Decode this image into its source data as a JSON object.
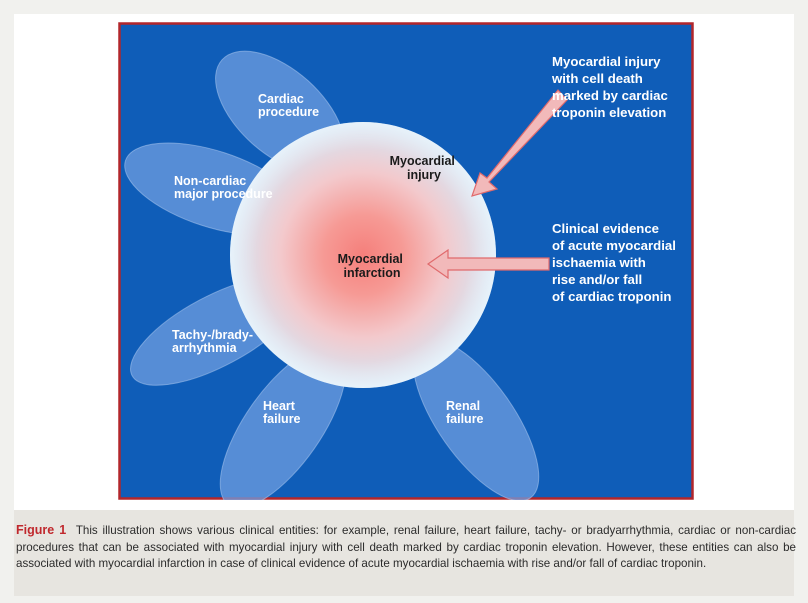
{
  "colors": {
    "background_blue": "#0f5db8",
    "petal_blue": "#6f9ee0",
    "sphere_center": "#f57f7b",
    "sphere_edge": "#d7eaf8",
    "arrow_fill": "#f2b9ba",
    "arrow_stroke": "#e06a6c",
    "caption_label": "#c0282d"
  },
  "diagram": {
    "petals": [
      {
        "id": "cardiac-procedure",
        "lines": [
          "Cardiac",
          "procedure"
        ]
      },
      {
        "id": "non-cardiac-major-procedure",
        "lines": [
          "Non-cardiac",
          "major procedure"
        ]
      },
      {
        "id": "tachy-brady-arrhythmia",
        "lines": [
          "Tachy-/brady-",
          "arrhythmia"
        ]
      },
      {
        "id": "heart-failure",
        "lines": [
          "Heart",
          "failure"
        ]
      },
      {
        "id": "renal-failure",
        "lines": [
          "Renal",
          "failure"
        ]
      }
    ],
    "sphere_labels": {
      "injury": [
        "Myocardial",
        "injury"
      ],
      "infarction": [
        "Myocardial",
        "infarction"
      ]
    },
    "callouts": {
      "top": [
        "Myocardial injury",
        "with cell death",
        "marked by cardiac",
        "troponin elevation"
      ],
      "middle": [
        "Clinical evidence",
        "of acute myocardial",
        "ischaemia with",
        "rise and/or fall",
        "of cardiac troponin"
      ]
    }
  },
  "caption": {
    "label": "Figure 1",
    "text": "This illustration shows various clinical entities: for example, renal failure, heart failure, tachy- or bradyarrhythmia, cardiac or non-cardiac procedures that can be associated with myocardial injury with cell death marked by cardiac troponin elevation. However, these entities can also be associated with myocardial infarction in case of clinical evidence of acute myocardial ischaemia with rise and/or fall of cardiac troponin."
  }
}
